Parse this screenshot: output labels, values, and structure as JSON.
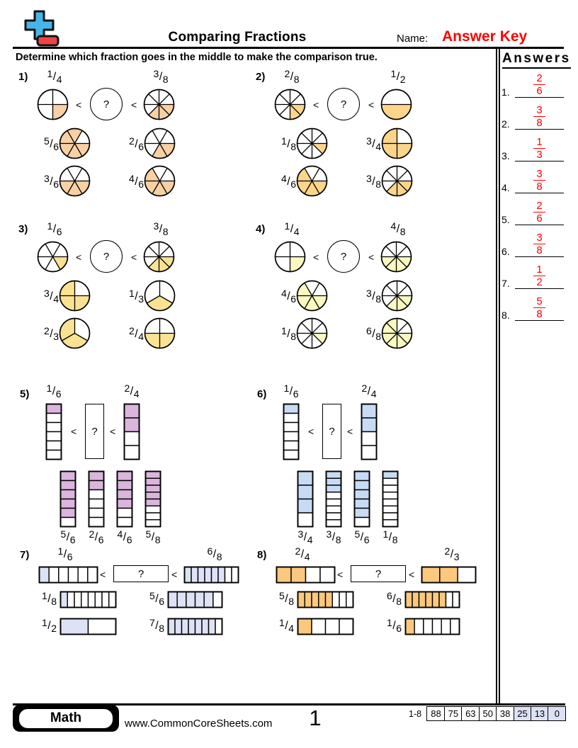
{
  "header": {
    "title": "Comparing Fractions",
    "name_label": "Name:",
    "answer_key": "Answer Key",
    "instruction": "Determine which fraction goes in the middle to make the comparison true."
  },
  "answers": {
    "title": "Answers",
    "items": [
      {
        "label": "1.",
        "num": "2",
        "den": "6"
      },
      {
        "label": "2.",
        "num": "3",
        "den": "8"
      },
      {
        "label": "3.",
        "num": "1",
        "den": "3"
      },
      {
        "label": "4.",
        "num": "3",
        "den": "8"
      },
      {
        "label": "5.",
        "num": "2",
        "den": "6"
      },
      {
        "label": "6.",
        "num": "3",
        "den": "8"
      },
      {
        "label": "7.",
        "num": "1",
        "den": "2"
      },
      {
        "label": "8.",
        "num": "5",
        "den": "8"
      }
    ]
  },
  "problems": [
    {
      "label": "1)",
      "type": "pie",
      "color": "#F8D0A4",
      "operator": "<",
      "unknown": "?",
      "left": {
        "num": "1",
        "den": "4"
      },
      "right": {
        "num": "3",
        "den": "8"
      },
      "choices": [
        {
          "num": "5",
          "den": "6"
        },
        {
          "num": "2",
          "den": "6"
        },
        {
          "num": "3",
          "den": "6"
        },
        {
          "num": "4",
          "den": "6"
        }
      ]
    },
    {
      "label": "2)",
      "type": "pie",
      "color": "#FCD58B",
      "operator": "<",
      "unknown": "?",
      "left": {
        "num": "2",
        "den": "8"
      },
      "right": {
        "num": "1",
        "den": "2"
      },
      "choices": [
        {
          "num": "1",
          "den": "8"
        },
        {
          "num": "3",
          "den": "4"
        },
        {
          "num": "4",
          "den": "6"
        },
        {
          "num": "3",
          "den": "8"
        }
      ]
    },
    {
      "label": "3)",
      "type": "pie",
      "color": "#FBE293",
      "operator": "<",
      "unknown": "?",
      "left": {
        "num": "1",
        "den": "6"
      },
      "right": {
        "num": "3",
        "den": "8"
      },
      "choices": [
        {
          "num": "3",
          "den": "4"
        },
        {
          "num": "1",
          "den": "3"
        },
        {
          "num": "2",
          "den": "3"
        },
        {
          "num": "2",
          "den": "4"
        }
      ]
    },
    {
      "label": "4)",
      "type": "pie",
      "color": "#F9F9C0",
      "operator": "<",
      "unknown": "?",
      "left": {
        "num": "1",
        "den": "4"
      },
      "right": {
        "num": "4",
        "den": "8"
      },
      "choices": [
        {
          "num": "4",
          "den": "6"
        },
        {
          "num": "3",
          "den": "8"
        },
        {
          "num": "1",
          "den": "8"
        },
        {
          "num": "6",
          "den": "8"
        }
      ]
    },
    {
      "label": "5)",
      "type": "vbar",
      "color": "#DBB5DD",
      "operator": "<",
      "unknown": "?",
      "left": {
        "num": "1",
        "den": "6"
      },
      "right": {
        "num": "2",
        "den": "4"
      },
      "choices": [
        {
          "num": "5",
          "den": "6"
        },
        {
          "num": "2",
          "den": "6"
        },
        {
          "num": "4",
          "den": "6"
        },
        {
          "num": "5",
          "den": "8"
        }
      ]
    },
    {
      "label": "6)",
      "type": "vbar",
      "color": "#C7DCF4",
      "operator": "<",
      "unknown": "?",
      "left": {
        "num": "1",
        "den": "6"
      },
      "right": {
        "num": "2",
        "den": "4"
      },
      "choices": [
        {
          "num": "3",
          "den": "4"
        },
        {
          "num": "3",
          "den": "8"
        },
        {
          "num": "5",
          "den": "6"
        },
        {
          "num": "1",
          "den": "8"
        }
      ]
    },
    {
      "label": "7)",
      "type": "hbar",
      "color": "#DDE2F6",
      "operator": "<",
      "unknown": "?",
      "left": {
        "num": "1",
        "den": "6"
      },
      "right": {
        "num": "6",
        "den": "8"
      },
      "choices": [
        {
          "num": "1",
          "den": "8"
        },
        {
          "num": "5",
          "den": "6"
        },
        {
          "num": "1",
          "den": "2"
        },
        {
          "num": "7",
          "den": "8"
        }
      ]
    },
    {
      "label": "8)",
      "type": "hbar",
      "color": "#FCC87D",
      "operator": "<",
      "unknown": "?",
      "left": {
        "num": "2",
        "den": "4"
      },
      "right": {
        "num": "2",
        "den": "3"
      },
      "choices": [
        {
          "num": "5",
          "den": "8"
        },
        {
          "num": "6",
          "den": "8"
        },
        {
          "num": "1",
          "den": "4"
        },
        {
          "num": "1",
          "den": "6"
        }
      ]
    }
  ],
  "footer": {
    "math_label": "Math",
    "site": "www.CommonCoreSheets.com",
    "page": "1",
    "range": "1-8",
    "scores": [
      {
        "value": "88",
        "highlighted": false
      },
      {
        "value": "75",
        "highlighted": false
      },
      {
        "value": "63",
        "highlighted": false
      },
      {
        "value": "50",
        "highlighted": false
      },
      {
        "value": "38",
        "highlighted": false
      },
      {
        "value": "25",
        "highlighted": true
      },
      {
        "value": "13",
        "highlighted": true
      },
      {
        "value": "0",
        "highlighted": true
      }
    ]
  },
  "colors": {
    "accent_red": "#FF0000",
    "logo_blue": "#45B6E8",
    "logo_red": "#EF4545",
    "score_highlight": "#DCE1F5"
  }
}
